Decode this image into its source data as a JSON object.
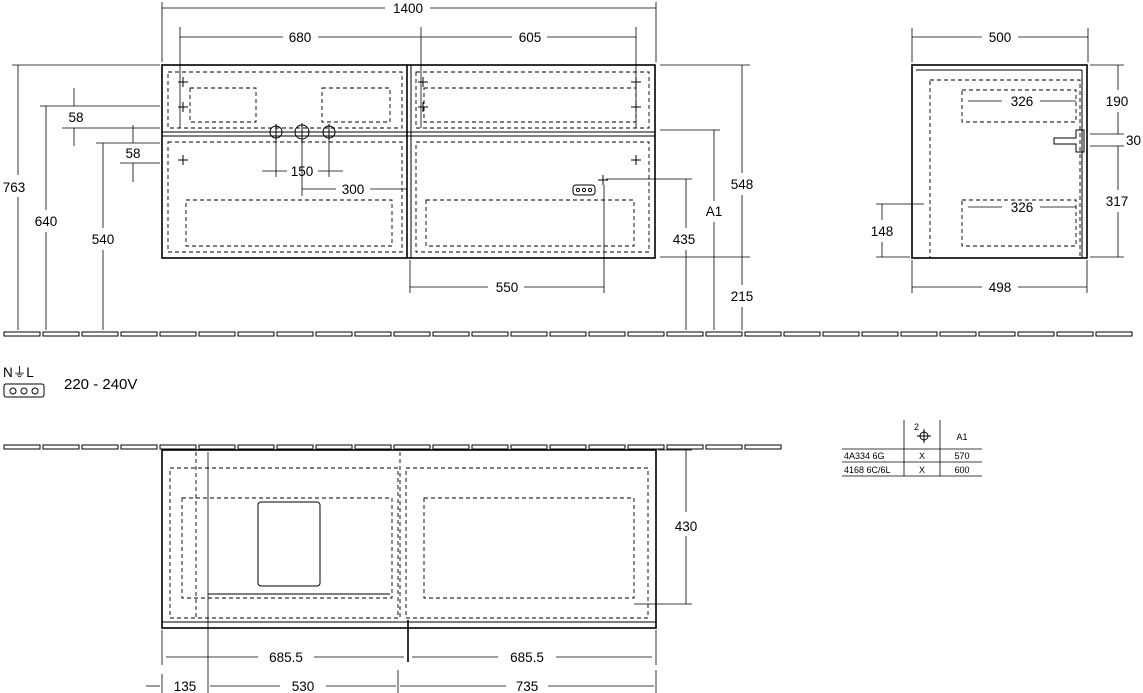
{
  "dimensions": {
    "front_width": "1400",
    "left_drawer_width": "680",
    "right_drawer_width": "605",
    "total_height": "763",
    "height_640": "640",
    "height_540": "540",
    "offset_58_top": "58",
    "offset_58_mid": "58",
    "spacing_150": "150",
    "spacing_300": "300",
    "cabinet_height": "548",
    "label_a1": "A1",
    "height_435": "435",
    "height_215": "215",
    "socket_offset": "550",
    "side_depth_top": "500",
    "side_inner_top": "326",
    "side_inner_bottom": "326",
    "side_190": "190",
    "side_30": "30",
    "side_317": "317",
    "side_148": "148",
    "side_depth_bottom": "498",
    "plan_430": "430",
    "plan_left_half": "685.5",
    "plan_right_half": "685.5",
    "plan_135": "135",
    "plan_530": "530",
    "plan_735": "735"
  },
  "electrical": {
    "symbol_top": "N⏚L",
    "voltage": "220 - 240V"
  },
  "table": {
    "header_symbol_num": "2",
    "header_a1": "A1",
    "rows": [
      {
        "code": "4A334 6G",
        "mark": "X",
        "a1": "570"
      },
      {
        "code": "4168 6C/6L",
        "mark": "X",
        "a1": "600"
      }
    ]
  },
  "colors": {
    "line": "#000000",
    "background": "#ffffff"
  }
}
